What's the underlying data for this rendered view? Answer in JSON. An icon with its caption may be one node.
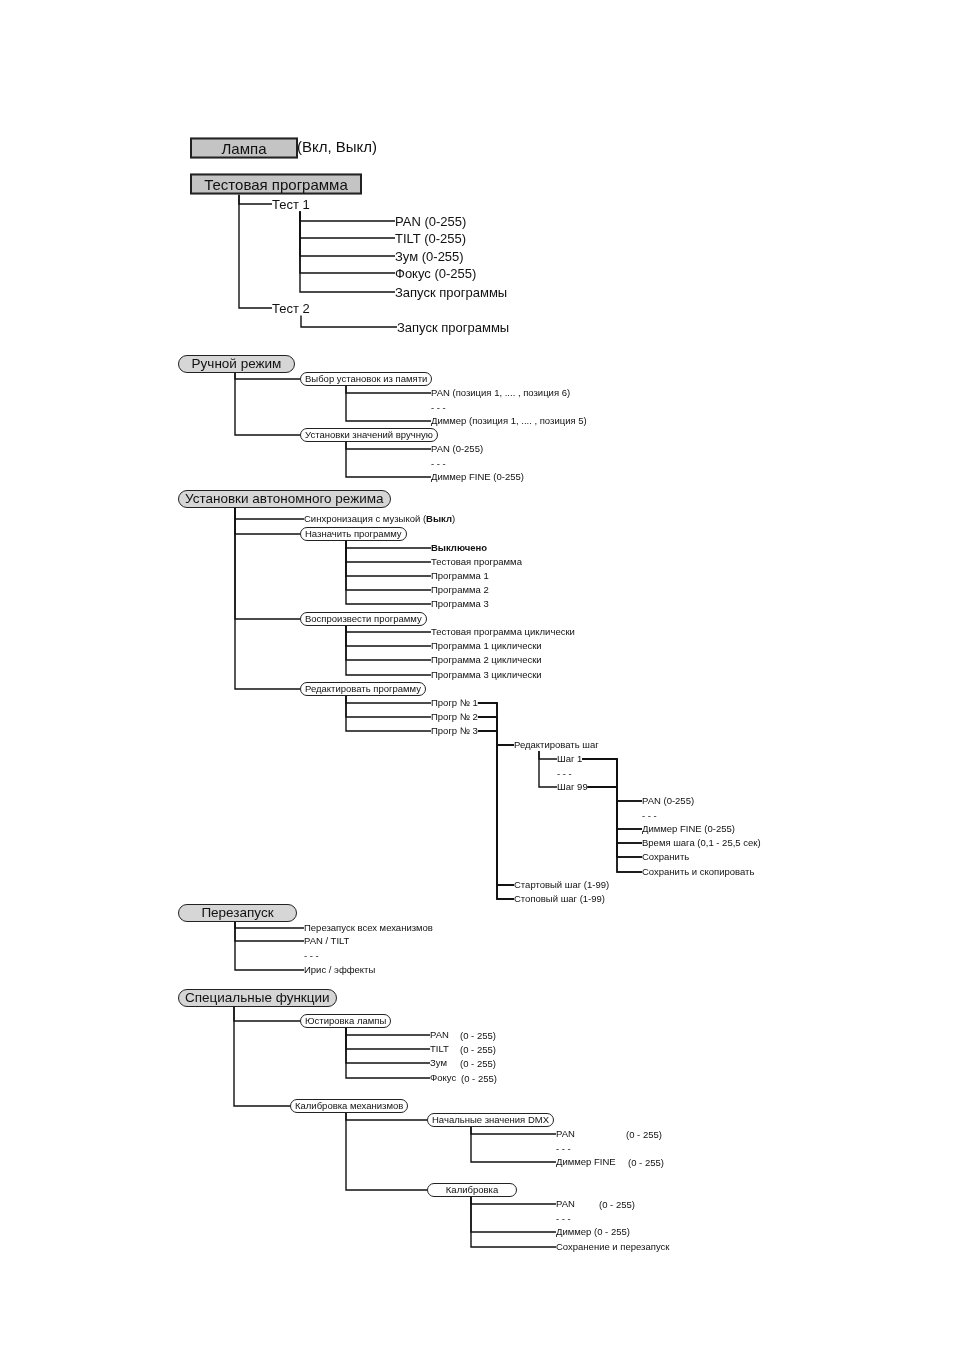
{
  "diagram": {
    "nodes": [
      {
        "text": [
          "Лампа"
        ],
        "beside": [
          "(Вкл, Выкл)"
        ]
      },
      {
        "text": [
          "Тестовая программа"
        ]
      },
      {
        "text": [
          "Тест 1"
        ]
      },
      {
        "text": [
          "PAN (0-255)"
        ]
      },
      {
        "text": [
          "TILT (0-255)"
        ]
      },
      {
        "text": [
          "Зум (0-255)"
        ]
      },
      {
        "text": [
          "Фокус (0-255)"
        ]
      },
      {
        "text": [
          "Запуск программы"
        ]
      },
      {
        "text": [
          "Тест 2"
        ]
      },
      {
        "text": [
          "Запуск программы"
        ]
      },
      {
        "text": [
          "Ручной режим"
        ]
      },
      {
        "text": [
          "Выбор установок из памяти"
        ]
      },
      {
        "text": [
          "PAN (позиция 1, .... , позиция 6)"
        ]
      },
      {
        "text": [
          "Диммер (позиция 1, .... , позиция 5)"
        ]
      },
      {
        "text": [
          "Установки значений вручную"
        ]
      },
      {
        "text": [
          "PAN (0-255)"
        ]
      },
      {
        "text": [
          "Диммер FINE (0-255)"
        ]
      },
      {
        "text": [
          "Установки автономного режима"
        ]
      },
      {
        "text": [
          "Синхронизация с музыкой (**Выкл**)"
        ]
      },
      {
        "text": [
          "Назначить программу"
        ]
      },
      {
        "text": [
          "Выключено"
        ]
      },
      {
        "text": [
          "Тестовая программа"
        ]
      },
      {
        "text": [
          "Программа 1"
        ]
      },
      {
        "text": [
          "Программа 2"
        ]
      },
      {
        "text": [
          "Программа 3"
        ]
      },
      {
        "text": [
          "Воспроизвести программу"
        ]
      },
      {
        "text": [
          "Тестовая программа циклически"
        ]
      },
      {
        "text": [
          "Программа 1 циклически"
        ]
      },
      {
        "text": [
          "Программа 2 циклически"
        ]
      },
      {
        "text": [
          "Программа 3 циклически"
        ]
      },
      {
        "text": [
          "Редактировать программу"
        ]
      },
      {
        "text": [
          "Прогр № 1"
        ]
      },
      {
        "text": [
          "Прогр № 2"
        ]
      },
      {
        "text": [
          "Прогр № 3"
        ]
      },
      {
        "text": [
          "Редактировать шаг"
        ]
      },
      {
        "text": [
          "Шаг 1"
        ]
      },
      {
        "text": [
          "Шаг 99"
        ]
      },
      {
        "text": [
          "PAN (0-255)"
        ]
      },
      {
        "text": [
          "Диммер FINE (0-255)"
        ]
      },
      {
        "text": [
          "Время шага (0,1 - 25,5 сек)"
        ]
      },
      {
        "text": [
          "Сохранить"
        ]
      },
      {
        "text": [
          "Сохранить и скопировать"
        ]
      },
      {
        "text": [
          "Стартовый шаг (1-99)"
        ]
      },
      {
        "text": [
          "Стоповый шаг (1-99)"
        ]
      },
      {
        "text": [
          "Перезапуск"
        ]
      },
      {
        "text": [
          "Перезапуск всех механизмов"
        ]
      },
      {
        "text": [
          "PAN / TILT"
        ]
      },
      {
        "text": [
          "Ирис / эффекты"
        ]
      },
      {
        "text": [
          "Специальные функции"
        ]
      },
      {
        "text": [
          "Юстировка лампы"
        ]
      },
      {
        "text": [
          "PAN"
        ]
      },
      {
        "text": [
          "TILT"
        ]
      },
      {
        "text": [
          "Зум"
        ]
      },
      {
        "text": [
          "Фокус"
        ]
      },
      {
        "text": [
          "Калибровка механизмов"
        ]
      },
      {
        "text": [
          "Начальные значения DMX"
        ]
      },
      {
        "text": [
          "PAN"
        ]
      },
      {
        "text": [
          "Диммер FINE"
        ]
      },
      {
        "text": [
          "Калибровка"
        ]
      },
      {
        "text": [
          "PAN"
        ]
      },
      {
        "text": [
          "Диммер (0 - 255)"
        ]
      },
      {
        "text": [
          "Сохранение и перезапуск"
        ]
      }
    ],
    "edges": [
      {
        "from": 1,
        "to": 2,
        "arrow": "none"
      },
      {
        "from": 2,
        "to": 3,
        "arrow": "none"
      },
      {
        "from": 2,
        "to": 4,
        "arrow": "none"
      },
      {
        "from": 2,
        "to": 5,
        "arrow": "none"
      },
      {
        "from": 2,
        "to": 6,
        "arrow": "none"
      },
      {
        "from": 2,
        "to": 7,
        "arrow": "none"
      },
      {
        "from": 1,
        "to": 8,
        "arrow": "none"
      },
      {
        "from": 8,
        "to": 9,
        "arrow": "none"
      },
      {
        "from": 10,
        "to": 11,
        "arrow": "none"
      },
      {
        "from": 11,
        "to": 12,
        "arrow": "none"
      },
      {
        "from": 11,
        "to": 13,
        "arrow": "none"
      },
      {
        "from": 10,
        "to": 14,
        "arrow": "none"
      },
      {
        "from": 14,
        "to": 15,
        "arrow": "none"
      },
      {
        "from": 14,
        "to": 16,
        "arrow": "none"
      },
      {
        "from": 17,
        "to": 18,
        "arrow": "none"
      },
      {
        "from": 17,
        "to": 19,
        "arrow": "none"
      },
      {
        "from": 19,
        "to": 20,
        "arrow": "none"
      },
      {
        "from": 19,
        "to": 21,
        "arrow": "none"
      },
      {
        "from": 19,
        "to": 22,
        "arrow": "none"
      },
      {
        "from": 19,
        "to": 23,
        "arrow": "none"
      },
      {
        "from": 19,
        "to": 24,
        "arrow": "none"
      },
      {
        "from": 17,
        "to": 25,
        "arrow": "none"
      },
      {
        "from": 25,
        "to": 26,
        "arrow": "none"
      },
      {
        "from": 25,
        "to": 27,
        "arrow": "none"
      },
      {
        "from": 25,
        "to": 28,
        "arrow": "none"
      },
      {
        "from": 25,
        "to": 29,
        "arrow": "none"
      },
      {
        "from": 17,
        "to": 30,
        "arrow": "none"
      },
      {
        "from": 30,
        "to": 31,
        "arrow": "none"
      },
      {
        "from": 30,
        "to": 32,
        "arrow": "none"
      },
      {
        "from": 30,
        "to": 33,
        "arrow": "none"
      },
      {
        "from": 31,
        "to": 34,
        "arrow": "none"
      },
      {
        "from": 32,
        "to": 34,
        "arrow": "none"
      },
      {
        "from": 33,
        "to": 34,
        "arrow": "none"
      },
      {
        "from": 31,
        "to": 42,
        "arrow": "none"
      },
      {
        "from": 32,
        "to": 42,
        "arrow": "none"
      },
      {
        "from": 33,
        "to": 42,
        "arrow": "none"
      },
      {
        "from": 31,
        "to": 43,
        "arrow": "none"
      },
      {
        "from": 32,
        "to": 43,
        "arrow": "none"
      },
      {
        "from": 33,
        "to": 43,
        "arrow": "none"
      },
      {
        "from": 34,
        "to": 35,
        "arrow": "none"
      },
      {
        "from": 34,
        "to": 36,
        "arrow": "none"
      },
      {
        "from": 35,
        "to": 37,
        "arrow": "none"
      },
      {
        "from": 36,
        "to": 37,
        "arrow": "none"
      },
      {
        "from": 35,
        "to": 38,
        "arrow": "none"
      },
      {
        "from": 36,
        "to": 38,
        "arrow": "none"
      },
      {
        "from": 35,
        "to": 39,
        "arrow": "none"
      },
      {
        "from": 36,
        "to": 39,
        "arrow": "none"
      },
      {
        "from": 35,
        "to": 40,
        "arrow": "none"
      },
      {
        "from": 36,
        "to": 40,
        "arrow": "none"
      },
      {
        "from": 35,
        "to": 41,
        "arrow": "none"
      },
      {
        "from": 36,
        "to": 41,
        "arrow": "none"
      },
      {
        "from": 44,
        "to": 45,
        "arrow": "none"
      },
      {
        "from": 44,
        "to": 46,
        "arrow": "none"
      },
      {
        "from": 44,
        "to": 47,
        "arrow": "none"
      },
      {
        "from": 48,
        "to": 49,
        "arrow": "none"
      },
      {
        "from": 49,
        "to": 50,
        "arrow": "none"
      },
      {
        "from": 49,
        "to": 51,
        "arrow": "none"
      },
      {
        "from": 49,
        "to": 52,
        "arrow": "none"
      },
      {
        "from": 49,
        "to": 53,
        "arrow": "none"
      },
      {
        "from": 48,
        "to": 54,
        "arrow": "none"
      },
      {
        "from": 54,
        "to": 55,
        "arrow": "none"
      },
      {
        "from": 55,
        "to": 56,
        "arrow": "none"
      },
      {
        "from": 55,
        "to": 57,
        "arrow": "none"
      },
      {
        "from": 54,
        "to": 58,
        "arrow": "none"
      },
      {
        "from": 58,
        "to": 59,
        "arrow": "none"
      },
      {
        "from": 58,
        "to": 60,
        "arrow": "none"
      },
      {
        "from": 58,
        "to": 61,
        "arrow": "none"
      }
    ],
    "labels": [
      "- - -",
      "- - -",
      "- - -",
      "- - -",
      "- - -",
      "(0 - 255)",
      "(0 - 255)",
      "(0 - 255)",
      "(0 - 255)",
      "(0 - 255)",
      "- - -",
      "(0 - 255)",
      "(0 - 255)",
      "- - -"
    ]
  }
}
